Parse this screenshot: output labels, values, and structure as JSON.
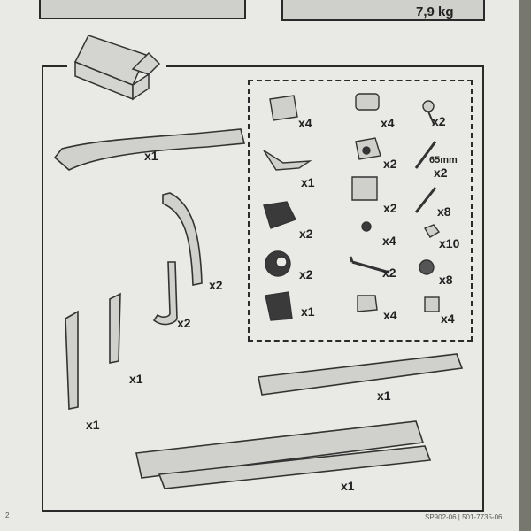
{
  "header": {
    "weight": "7,9 kg"
  },
  "parts_box": {
    "items": [
      {
        "qty": "x4"
      },
      {
        "qty": "x4"
      },
      {
        "qty": "x2"
      },
      {
        "qty": "x1"
      },
      {
        "qty": "x2"
      },
      {
        "size": "65mm",
        "qty": "x2"
      },
      {
        "qty": "x2"
      },
      {
        "qty": "x2"
      },
      {
        "qty": "x8"
      },
      {
        "qty": "x2"
      },
      {
        "qty": "x4"
      },
      {
        "qty": "x10"
      },
      {
        "qty": "x1"
      },
      {
        "qty": "x2"
      },
      {
        "qty": "x8"
      },
      {
        "qty": "x4"
      },
      {
        "qty": "x4"
      }
    ]
  },
  "main_parts": [
    {
      "qty": "x1"
    },
    {
      "qty": "x2"
    },
    {
      "qty": "x2"
    },
    {
      "qty": "x1"
    },
    {
      "qty": "x1"
    },
    {
      "qty": "x1"
    },
    {
      "qty": "x1"
    }
  ],
  "footer": {
    "page_number": "2",
    "doc_code": "SP902-06 | 501-7735-06"
  }
}
